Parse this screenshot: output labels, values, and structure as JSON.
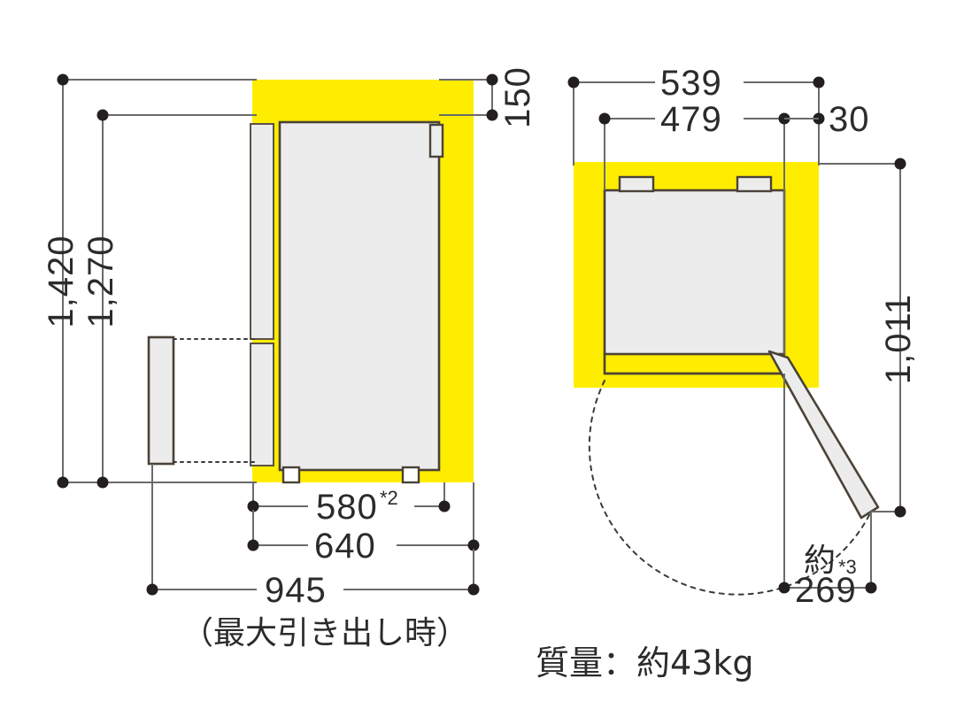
{
  "drawing": {
    "title": "refrigerator-dimension-drawing",
    "units": "mm",
    "colors": {
      "clearance_yellow": "#FFED00",
      "body_gray": "#ECECEC",
      "outline_dark": "#4A4238",
      "dim_line": "#6b6b6b",
      "text": "#2b2b2b",
      "background": "#FFFFFF"
    }
  },
  "front_view": {
    "name": "front-elevation-view",
    "dimensions": {
      "total_height": "1,420",
      "body_height": "1,270",
      "top_clearance": "150",
      "body_width": "580",
      "body_width_note": "*2",
      "overall_width": "640",
      "max_pullout_width": "945"
    },
    "caption": "（最大引き出し時）"
  },
  "top_view": {
    "name": "top-plan-view",
    "dimensions": {
      "outer_width": "539",
      "body_width": "479",
      "side_clearance": "30",
      "depth_with_door": "1,011",
      "door_projection_prefix": "約",
      "door_projection_note": "*3",
      "door_projection": "269"
    }
  },
  "notes": {
    "weight_label": "質量：約43kg"
  }
}
